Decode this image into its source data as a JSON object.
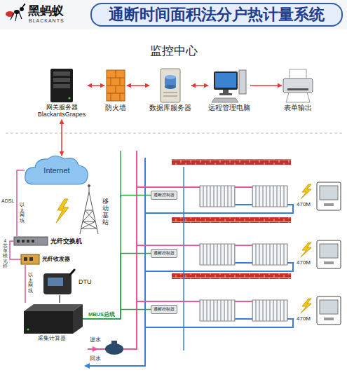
{
  "diagram": {
    "title": "通断时间面积法分户热计量系统",
    "nodes": [
      {
        "text": [
          "网关服务器 BlackantsGrapes"
        ]
      },
      {
        "text": [
          "防火墙"
        ]
      },
      {
        "text": [
          "数据库服务器"
        ]
      },
      {
        "text": [
          "远程管理电脑"
        ]
      },
      {
        "text": [
          "表单输出"
        ]
      },
      {
        "text": [
          "Internet"
        ]
      },
      {
        "text": [
          "光纤交换机"
        ]
      },
      {
        "text": [
          "光纤收发器"
        ]
      },
      {
        "text": [
          "DTU"
        ]
      },
      {
        "text": [
          "采集计算器"
        ]
      },
      {
        "text": [
          "移动基站"
        ]
      },
      {
        "text": [
          "通断控制器"
        ]
      },
      {
        "text": [
          "通断控制器"
        ]
      },
      {
        "text": [
          "通断控制器"
        ]
      }
    ],
    "edges": [
      {
        "from": 0,
        "to": 1,
        "arrow": "both"
      },
      {
        "from": 1,
        "to": 2,
        "arrow": "both"
      },
      {
        "from": 2,
        "to": 3,
        "arrow": "both"
      },
      {
        "from": 3,
        "to": 4,
        "arrow": "to"
      },
      {
        "from": 0,
        "to": 5,
        "arrow": "both"
      },
      {
        "from": 5,
        "to": 6,
        "arrow": "none"
      },
      {
        "from": 6,
        "to": 7,
        "arrow": "none"
      },
      {
        "from": 7,
        "to": 9,
        "arrow": "none"
      },
      {
        "from": 8,
        "to": 9,
        "arrow": "none"
      },
      {
        "from": 9,
        "to": 11,
        "arrow": "none"
      },
      {
        "from": 9,
        "to": 12,
        "arrow": "none"
      },
      {
        "from": 9,
        "to": 13,
        "arrow": "none",
        "label": "MBUS总线"
      }
    ],
    "labels": [
      "黑蚂蚁",
      "BLACKANTS",
      "监控中心",
      "ADSL",
      "以太网线",
      "4芯单模光纤",
      "以太网线",
      "进水",
      "回水",
      "470M",
      "470M",
      "470M"
    ]
  }
}
